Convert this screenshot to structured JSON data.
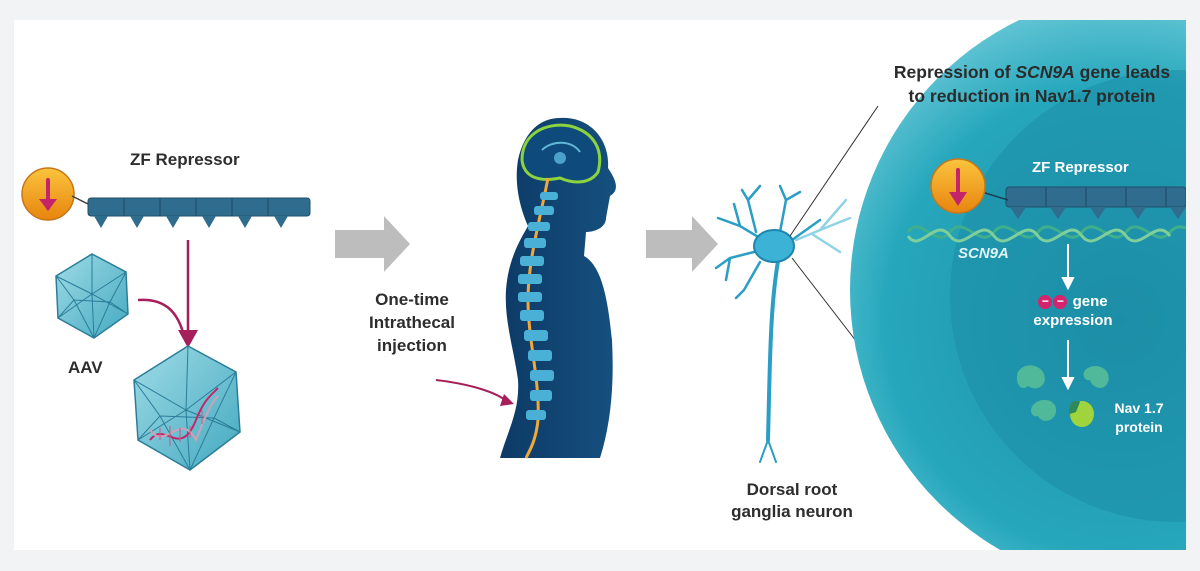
{
  "headline": {
    "line1_prefix": "Repression of ",
    "line1_gene": "SCN9A",
    "line1_suffix": " gene leads",
    "line2": "to reduction in Nav1.7 protein"
  },
  "left_panel": {
    "repressor_label": "ZF Repressor",
    "vector_label": "AAV"
  },
  "middle_panel": {
    "delivery_line1": "One-time",
    "delivery_line2": "Intrathecal",
    "delivery_line3": "injection"
  },
  "neuron_panel": {
    "label_line1": "Dorsal root",
    "label_line2": "ganglia neuron"
  },
  "zoom_panel": {
    "repressor_label": "ZF Repressor",
    "gene_label": "SCN9A",
    "expression_line1": "gene",
    "expression_line2": "expression",
    "minus_symbol": "−",
    "protein_line1": "Nav 1.7",
    "protein_line2": "protein"
  },
  "colors": {
    "repressor_blue": "#2f6c8e",
    "dna_green": "#3fae8c",
    "arrow_magenta": "#c4246a",
    "orange": "#f3a21e",
    "cyan_bg": "#1b9fb4",
    "arrow_gray": "#bdbdbd"
  }
}
